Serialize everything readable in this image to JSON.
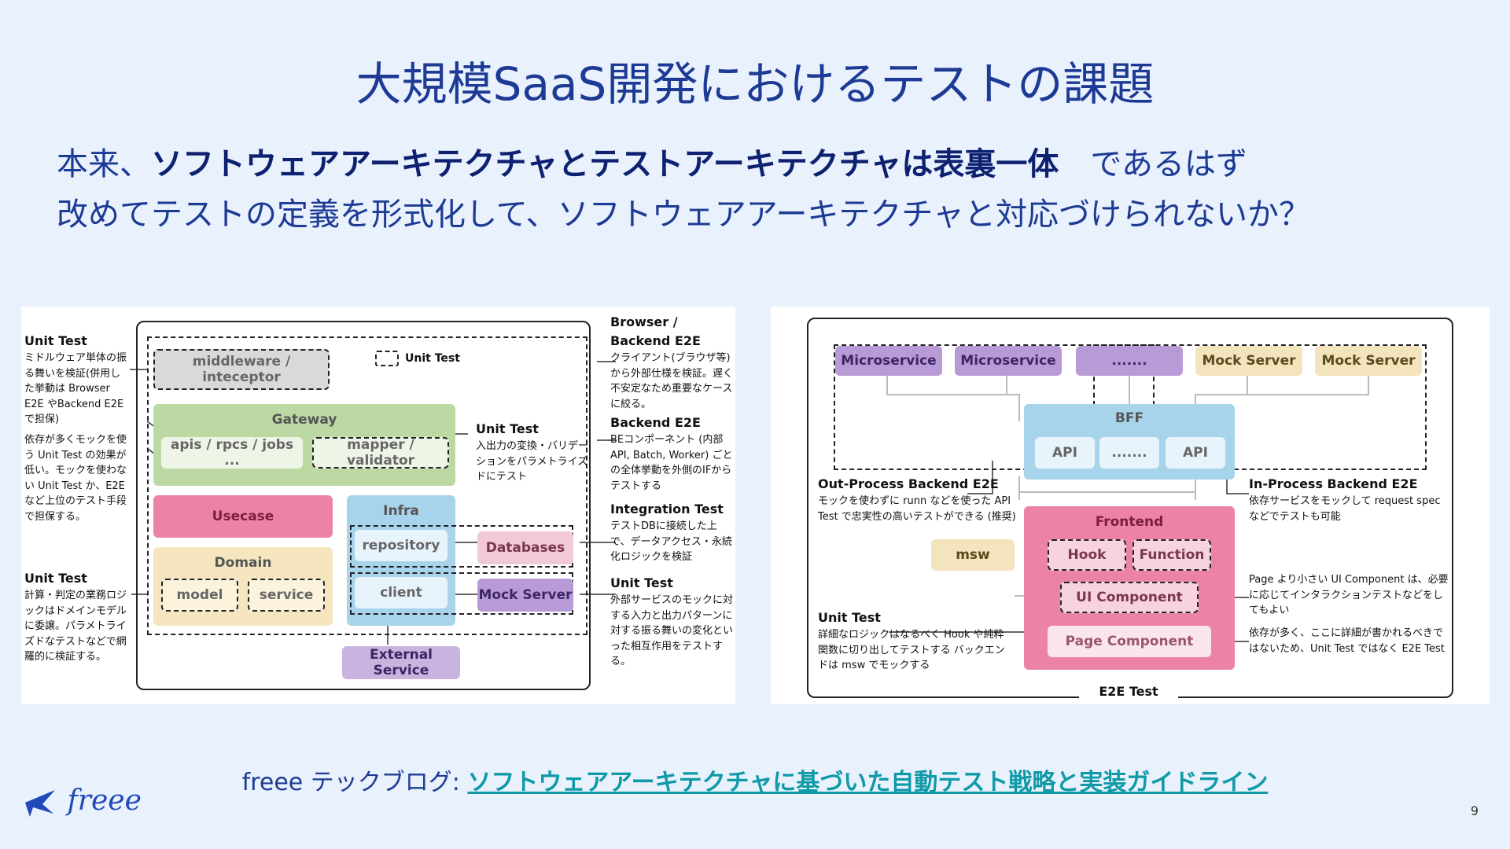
{
  "title": "大規模SaaS開発におけるテストの課題",
  "body": {
    "line1_prefix": "本来、",
    "line1_bold": "ソフトウェアアーキテクチャとテストアーキテクチャは表裏一体",
    "line1_suffix": "であるはず",
    "line2": "改めてテストの定義を形式化して、ソフトウェアアーキテクチャと対応づけられないか？"
  },
  "left_diagram": {
    "legend": "Unit Test",
    "boxes": {
      "middleware": "middleware / inteceptor",
      "gateway": "Gateway",
      "apis": "apis / rpcs / jobs ...",
      "mapper": "mapper / validator",
      "usecase": "Usecase",
      "infra": "Infra",
      "repository": "repository",
      "databases": "Databases",
      "domain": "Domain",
      "model": "model",
      "service": "service",
      "client": "client",
      "mock_server": "Mock Server",
      "external_service": "External Service"
    },
    "notes": {
      "unit1_head": "Unit Test",
      "unit1_body": "ミドルウェア単体の振る舞いを検証(併用した挙動は Browser E2E やBackend E2E で担保)",
      "unit1_body2": "依存が多くモックを使う Unit Test の効果が低い。モックを使わない Unit Test か、E2E など上位のテスト手段で担保する。",
      "unit2_head": "Unit Test",
      "unit2_body": "計算・判定の業務ロジックはドメインモデルに委譲。パラメトライズドなテストなどで網羅的に検証する。",
      "unit3_head": "Unit Test",
      "unit3_body": "入出力の変換・バリデーションをパラメトライズドにテスト",
      "browser_head": "Browser / Backend E2E",
      "browser_body": "クライアント(ブラウザ等)から外部仕様を検証。遅く不安定なため重要なケースに絞る。",
      "backend_head": "Backend E2E",
      "backend_body": "BEコンポーネント (内部API, Batch, Worker) ごとの全体挙動を外側のIFからテストする",
      "integ_head": "Integration Test",
      "integ_body": "テストDBに接続した上で、データアクセス・永続化ロジックを検証",
      "unit4_head": "Unit Test",
      "unit4_body": "外部サービスのモックに対する入力と出力パターンに対する振る舞いの変化といった相互作用をテストする。"
    }
  },
  "right_diagram": {
    "boxes": {
      "ms1": "Microservice",
      "ms2": "Microservice",
      "ms3": ".......",
      "mock1": "Mock Server",
      "mock2": "Mock Server",
      "bff": "BFF",
      "api1": "API",
      "api_dots": ".......",
      "api2": "API",
      "frontend": "Frontend",
      "msw": "msw",
      "hook": "Hook",
      "function": "Function",
      "ui_component": "UI Component",
      "page_component": "Page Component",
      "e2e": "E2E Test"
    },
    "notes": {
      "out_head": "Out-Process Backend E2E",
      "out_body": "モックを使わずに runn などを使った API Test で忠実性の高いテストができる (推奨)",
      "in_head": "In-Process Backend E2E",
      "in_body": "依存サービスをモックして request spec などでテストも可能",
      "unit_head": "Unit Test",
      "unit_body": "詳細なロジックはなるべく Hook や純粋関数に切り出してテストする バックエンドは msw でモックする",
      "ui_note": "Page より小さい UI Component は、必要に応じてインタラクションテストなどをしてもよい",
      "page_note": "依存が多く、ここに詳細が書かれるべきではないため、Unit Test ではなく E2E Test"
    }
  },
  "footer": {
    "prefix": "freee テックブログ: ",
    "link": "ソフトウェアアーキテクチャに基づいた自動テスト戦略と実装ガイドライン"
  },
  "logo": "freee",
  "page_number": "9",
  "colors": {
    "background": "#e8f1fc",
    "title": "#1d3a94",
    "gateway": "#bcd9a4",
    "usecase": "#ec83a6",
    "infra": "#a7d4ea",
    "domain": "#f5e6bf",
    "external": "#c9b3df",
    "mock": "#f3e4bd",
    "link": "#0f9aa8"
  }
}
